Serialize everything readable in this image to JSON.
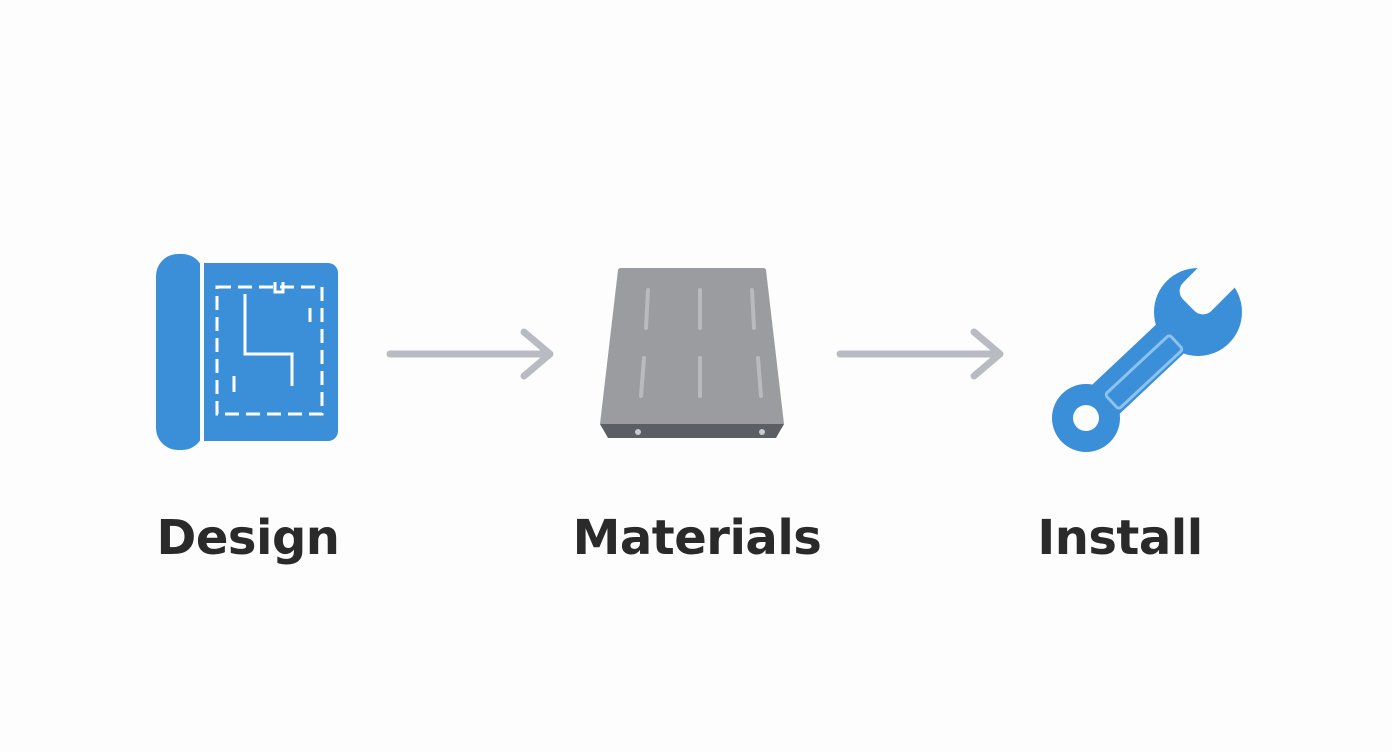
{
  "steps": [
    {
      "label": "Design",
      "icon": "blueprint-icon"
    },
    {
      "label": "Materials",
      "icon": "panel-icon"
    },
    {
      "label": "Install",
      "icon": "wrench-icon"
    }
  ],
  "connectors": [
    "arrow-right-icon",
    "arrow-right-icon"
  ],
  "colors": {
    "accent_blue": "#3a8fd8",
    "panel_gray": "#9a9ca0",
    "arrow_gray": "#b8bcc2",
    "label_dark": "#2a2a2a",
    "background": "#fdfdfd"
  }
}
